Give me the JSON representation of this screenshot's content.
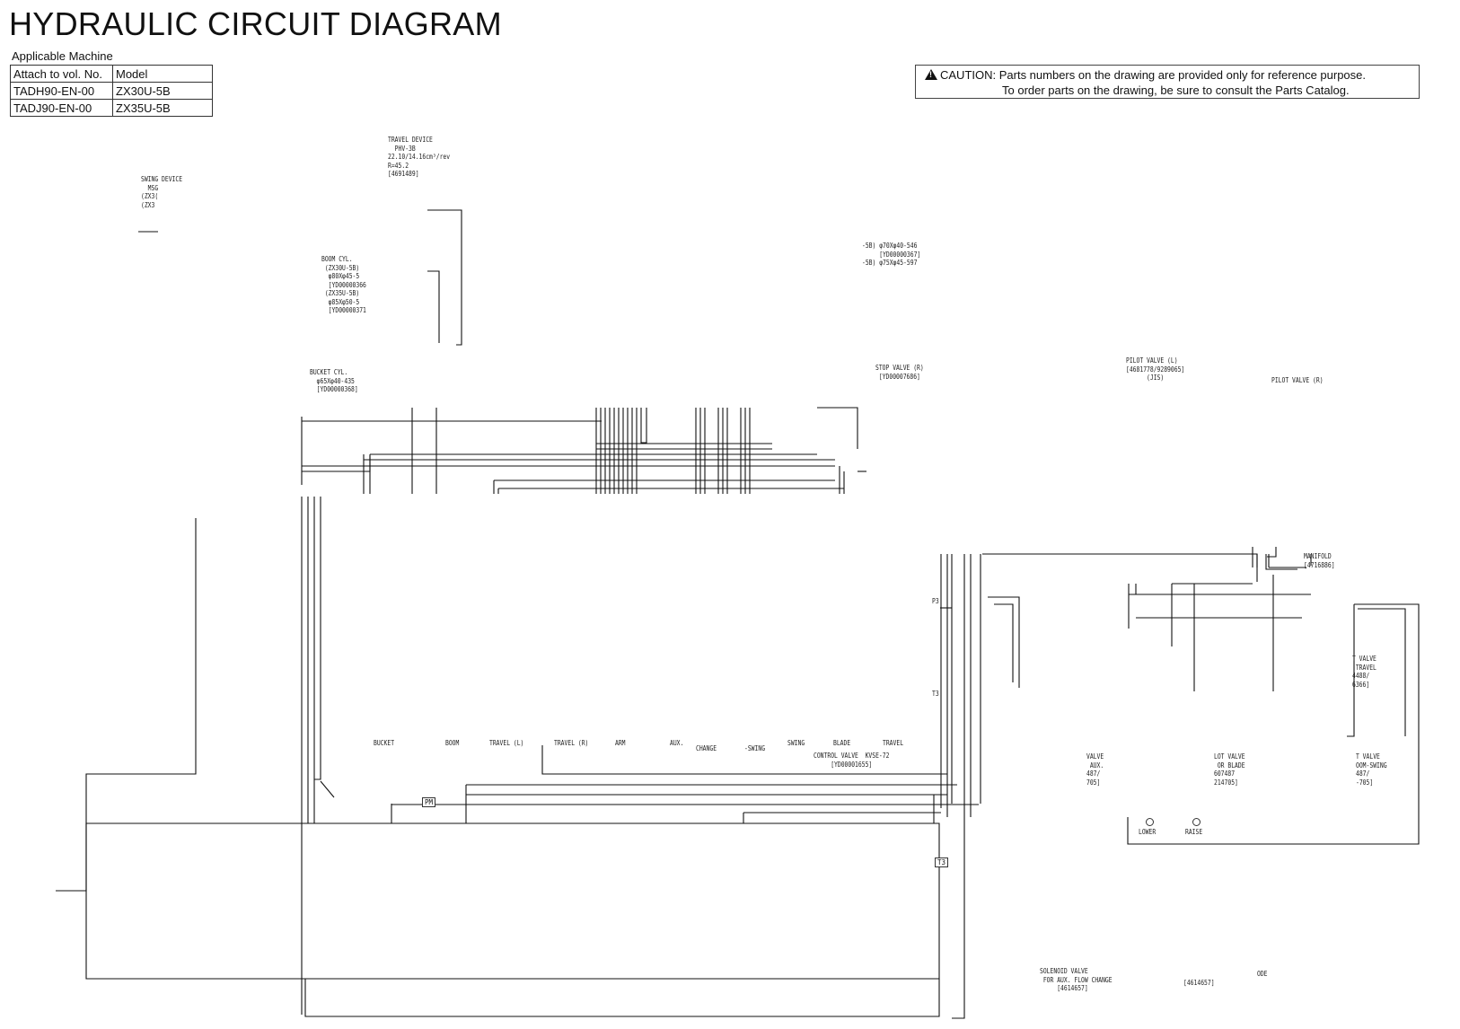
{
  "header": {
    "title": "HYDRAULIC CIRCUIT DIAGRAM",
    "applicable_label": "Applicable Machine"
  },
  "machines": {
    "columns": [
      "Attach to vol. No.",
      "Model"
    ],
    "rows": [
      [
        "TADH90-EN-00",
        "ZX30U-5B"
      ],
      [
        "TADJ90-EN-00",
        "ZX35U-5B"
      ]
    ]
  },
  "caution": {
    "line1": "CAUTION: Parts numbers on the drawing are provided only for reference purpose.",
    "line2": "To order parts on the drawing, be sure to consult the Parts Catalog."
  },
  "labels": {
    "travel_device": "TRAVEL DEVICE\n  PHV-3B\n22.10/14.16cm³/rev\nR=45.2\n[4691489]",
    "swing_device": "SWING DEVICE\n  MSG\n(ZX3(\n(ZX3",
    "boom_cyl": "BOOM CYL.\n (ZX30U-5B)\n  φ80Xφ45-5\n  [YD00000366\n (ZX35U-5B)\n  φ85Xφ50-5\n  [YD00000371",
    "bucket_cyl": "BUCKET CYL.\n  φ65Xφ40-435\n  [YD00000368]",
    "arm_cyl": "-5B) φ70Xφ40-546\n     [YD00000367]\n-5B) φ75Xφ45-597",
    "stop_valve": "STOP VALVE (R)\n [YD00007686]",
    "pilot_valve_l": "PILOT VALVE (L)\n[4681778/9289065]\n      (JIS)",
    "pilot_valve_r": "PILOT VALVE (R)",
    "manifold": "MANIFOLD\n[4716886]",
    "travel_valve": "T VALVE\n TRAVEL\n4488/\n6366]",
    "section_bucket": "BUCKET",
    "section_boom": "BOOM",
    "section_travel_l": "TRAVEL (L)",
    "section_travel_r": "TRAVEL (R)",
    "section_arm": "ARM",
    "section_aux": "AUX.",
    "section_change": "CHANGE",
    "section_swing_b": "-SWING",
    "section_swing": "SWING",
    "section_blade": "BLADE",
    "section_travel": "TRAVEL",
    "control_valve": "CONTROL VALVE  KVSE-72\n     [YD00001655]",
    "valve_aux": "VALVE\n AUX.\n487/\n705]",
    "valve_blade": "LOT VALVE\n OR BLADE\n607487\n214705]",
    "valve_boom_swing": "T VALVE\nOOM-SWING\n487/\n-705]",
    "lower": "LOWER",
    "raise": "RAISE",
    "solenoid_valve": "SOLENOID VALVE\n FOR AUX. FLOW CHANGE\n     [4614657]",
    "solenoid_num2": "[4614657]",
    "ode": "ODE",
    "pm": "PM",
    "p3": "P3",
    "t3": "T3",
    "t3_tag": "T3"
  }
}
